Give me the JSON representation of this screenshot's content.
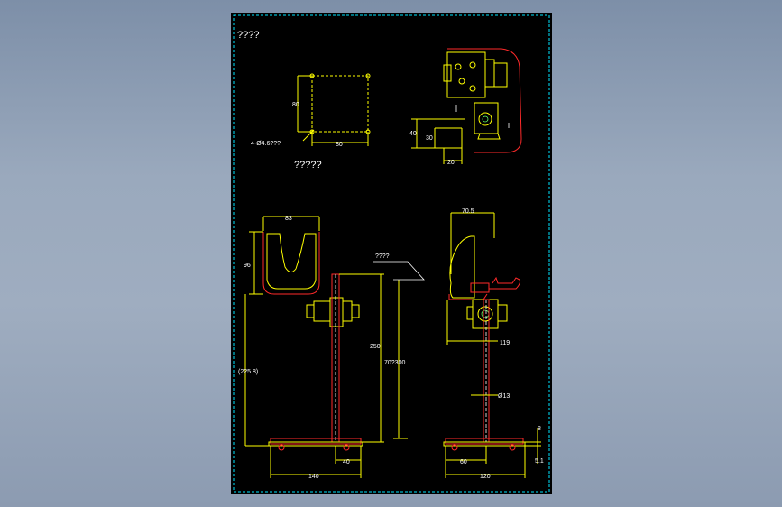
{
  "drawing": {
    "title_top": "????",
    "title_mount": "?????",
    "mount": {
      "dim_h": "80",
      "dim_w": "80",
      "hole_note": "4-Ø4.6???"
    },
    "top_view": {
      "dim_40": "40",
      "dim_30": "30",
      "dim_20": "20"
    },
    "front": {
      "dim_width_top": "83",
      "dim_h_cup": "96",
      "dim_total": "(225.8)",
      "dim_pole": "250",
      "dim_40": "40",
      "dim_140": "140",
      "arrow_label": "????",
      "dim_700": "70?300"
    },
    "side": {
      "dim_top": "70.5",
      "dim_119": "119",
      "dim_rod": "Ø13",
      "dim_60": "60",
      "dim_120": "120",
      "dim_8": "8",
      "dim_5": "5.1"
    }
  },
  "colors": {
    "frame": "#00e5ff",
    "dim": "#ffff00",
    "outline": "#ff2a2a",
    "text": "#ffffff"
  }
}
